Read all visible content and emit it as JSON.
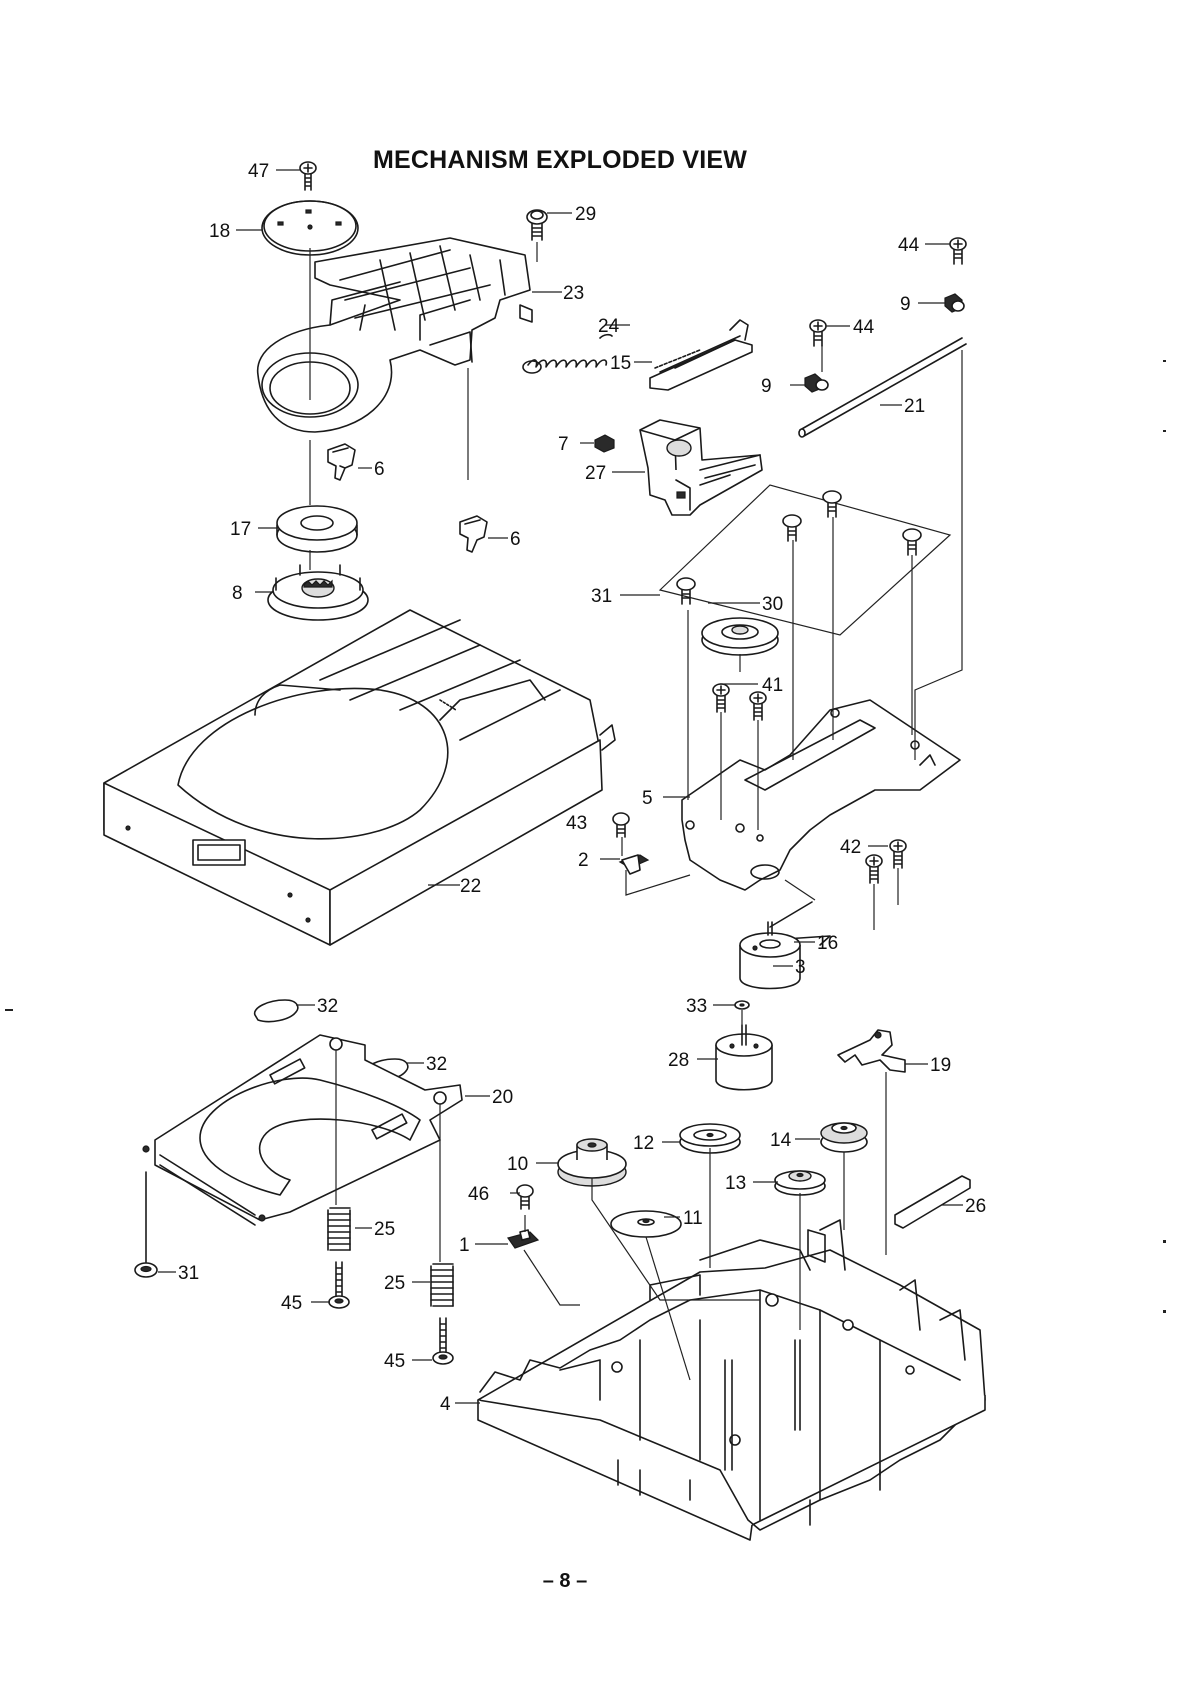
{
  "title": "MECHANISM EXPLODED VIEW",
  "page_number": "– 8 –",
  "callouts": [
    {
      "part": "47"
    },
    {
      "part": "18"
    },
    {
      "part": "29"
    },
    {
      "part": "23"
    },
    {
      "part": "24"
    },
    {
      "part": "15"
    },
    {
      "part": "44"
    },
    {
      "part": "9"
    },
    {
      "part": "44"
    },
    {
      "part": "9"
    },
    {
      "part": "21"
    },
    {
      "part": "7"
    },
    {
      "part": "27"
    },
    {
      "part": "6"
    },
    {
      "part": "17"
    },
    {
      "part": "6"
    },
    {
      "part": "8"
    },
    {
      "part": "31"
    },
    {
      "part": "30"
    },
    {
      "part": "41"
    },
    {
      "part": "5"
    },
    {
      "part": "43"
    },
    {
      "part": "2"
    },
    {
      "part": "42"
    },
    {
      "part": "22"
    },
    {
      "part": "16"
    },
    {
      "part": "3"
    },
    {
      "part": "33"
    },
    {
      "part": "28"
    },
    {
      "part": "19"
    },
    {
      "part": "32"
    },
    {
      "part": "32"
    },
    {
      "part": "20"
    },
    {
      "part": "12"
    },
    {
      "part": "14"
    },
    {
      "part": "10"
    },
    {
      "part": "13"
    },
    {
      "part": "46"
    },
    {
      "part": "11"
    },
    {
      "part": "26"
    },
    {
      "part": "1"
    },
    {
      "part": "25"
    },
    {
      "part": "31"
    },
    {
      "part": "45"
    },
    {
      "part": "25"
    },
    {
      "part": "45"
    },
    {
      "part": "4"
    }
  ]
}
